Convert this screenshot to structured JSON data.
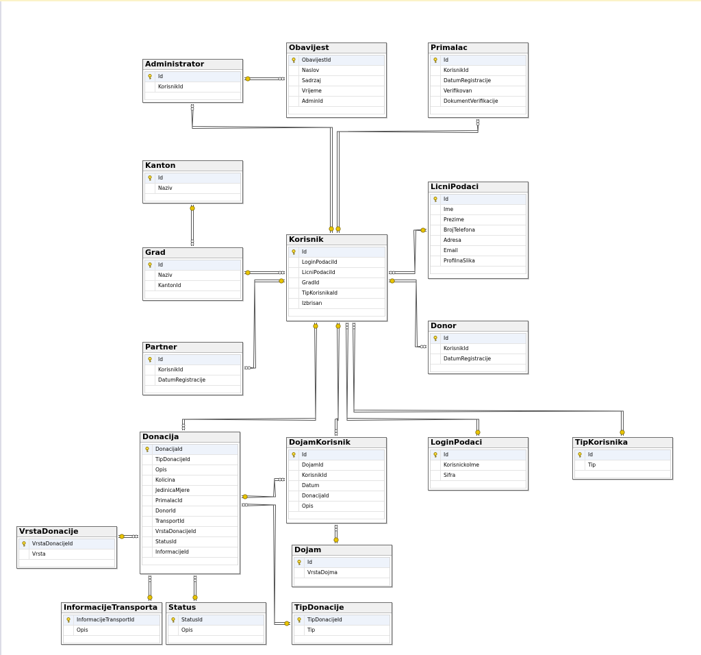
{
  "diagram": {
    "tables": [
      {
        "id": "administrator",
        "title": "Administrator",
        "columns": [
          "Id",
          "KorisnikId"
        ]
      },
      {
        "id": "obavijest",
        "title": "Obavijest",
        "columns": [
          "ObavijestId",
          "Naslov",
          "Sadrzaj",
          "Vrijeme",
          "AdminId"
        ]
      },
      {
        "id": "primalac",
        "title": "Primalac",
        "columns": [
          "Id",
          "KorisnikId",
          "DatumRegistracije",
          "Verifikovan",
          "DokumentVerifikacije"
        ]
      },
      {
        "id": "kanton",
        "title": "Kanton",
        "columns": [
          "Id",
          "Naziv"
        ]
      },
      {
        "id": "licnipodaci",
        "title": "LicniPodaci",
        "columns": [
          "Id",
          "Ime",
          "Prezime",
          "BrojTelefona",
          "Adresa",
          "Email",
          "ProfilnaSlika"
        ]
      },
      {
        "id": "grad",
        "title": "Grad",
        "columns": [
          "Id",
          "Naziv",
          "KantonId"
        ]
      },
      {
        "id": "korisnik",
        "title": "Korisnik",
        "columns": [
          "Id",
          "LoginPodaciId",
          "LicniPodaciId",
          "GradId",
          "TipKorisnikaId",
          "Izbrisan"
        ]
      },
      {
        "id": "donor",
        "title": "Donor",
        "columns": [
          "Id",
          "KorisnikId",
          "DatumRegistracije"
        ]
      },
      {
        "id": "partner",
        "title": "Partner",
        "columns": [
          "Id",
          "KorisnikId",
          "DatumRegistracije"
        ]
      },
      {
        "id": "donacija",
        "title": "Donacija",
        "columns": [
          "DonacijaId",
          "TipDonacijeId",
          "Opis",
          "Kolicina",
          "JedinicaMjere",
          "PrimalacId",
          "DonorId",
          "TransportId",
          "VrstaDonacijeId",
          "StatusId",
          "InformacijeId"
        ]
      },
      {
        "id": "dojamkorisnik",
        "title": "DojamKorisnik",
        "columns": [
          "Id",
          "DojamId",
          "KorisnikId",
          "Datum",
          "DonacijaId",
          "Opis"
        ]
      },
      {
        "id": "loginpodaci",
        "title": "LoginPodaci",
        "columns": [
          "Id",
          "KorisnickoIme",
          "Sifra"
        ]
      },
      {
        "id": "tipkorisnika",
        "title": "TipKorisnika",
        "columns": [
          "Id",
          "Tip"
        ]
      },
      {
        "id": "vrstadonacije",
        "title": "VrstaDonacije",
        "columns": [
          "VrstaDonacijeId",
          "Vrsta"
        ]
      },
      {
        "id": "dojam",
        "title": "Dojam",
        "columns": [
          "Id",
          "VrstaDojma"
        ]
      },
      {
        "id": "informacijetransporta",
        "title": "InformacijeTransporta",
        "columns": [
          "InformacijeTransportId",
          "Opis"
        ]
      },
      {
        "id": "status",
        "title": "Status",
        "columns": [
          "StatusId",
          "Opis"
        ]
      },
      {
        "id": "tipdonacije",
        "title": "TipDonacije",
        "columns": [
          "TipDonacijeId",
          "Tip"
        ]
      }
    ]
  },
  "colors": {
    "key": "#e8c400",
    "line": "#555555",
    "title_bg": "#f0f0f0"
  }
}
